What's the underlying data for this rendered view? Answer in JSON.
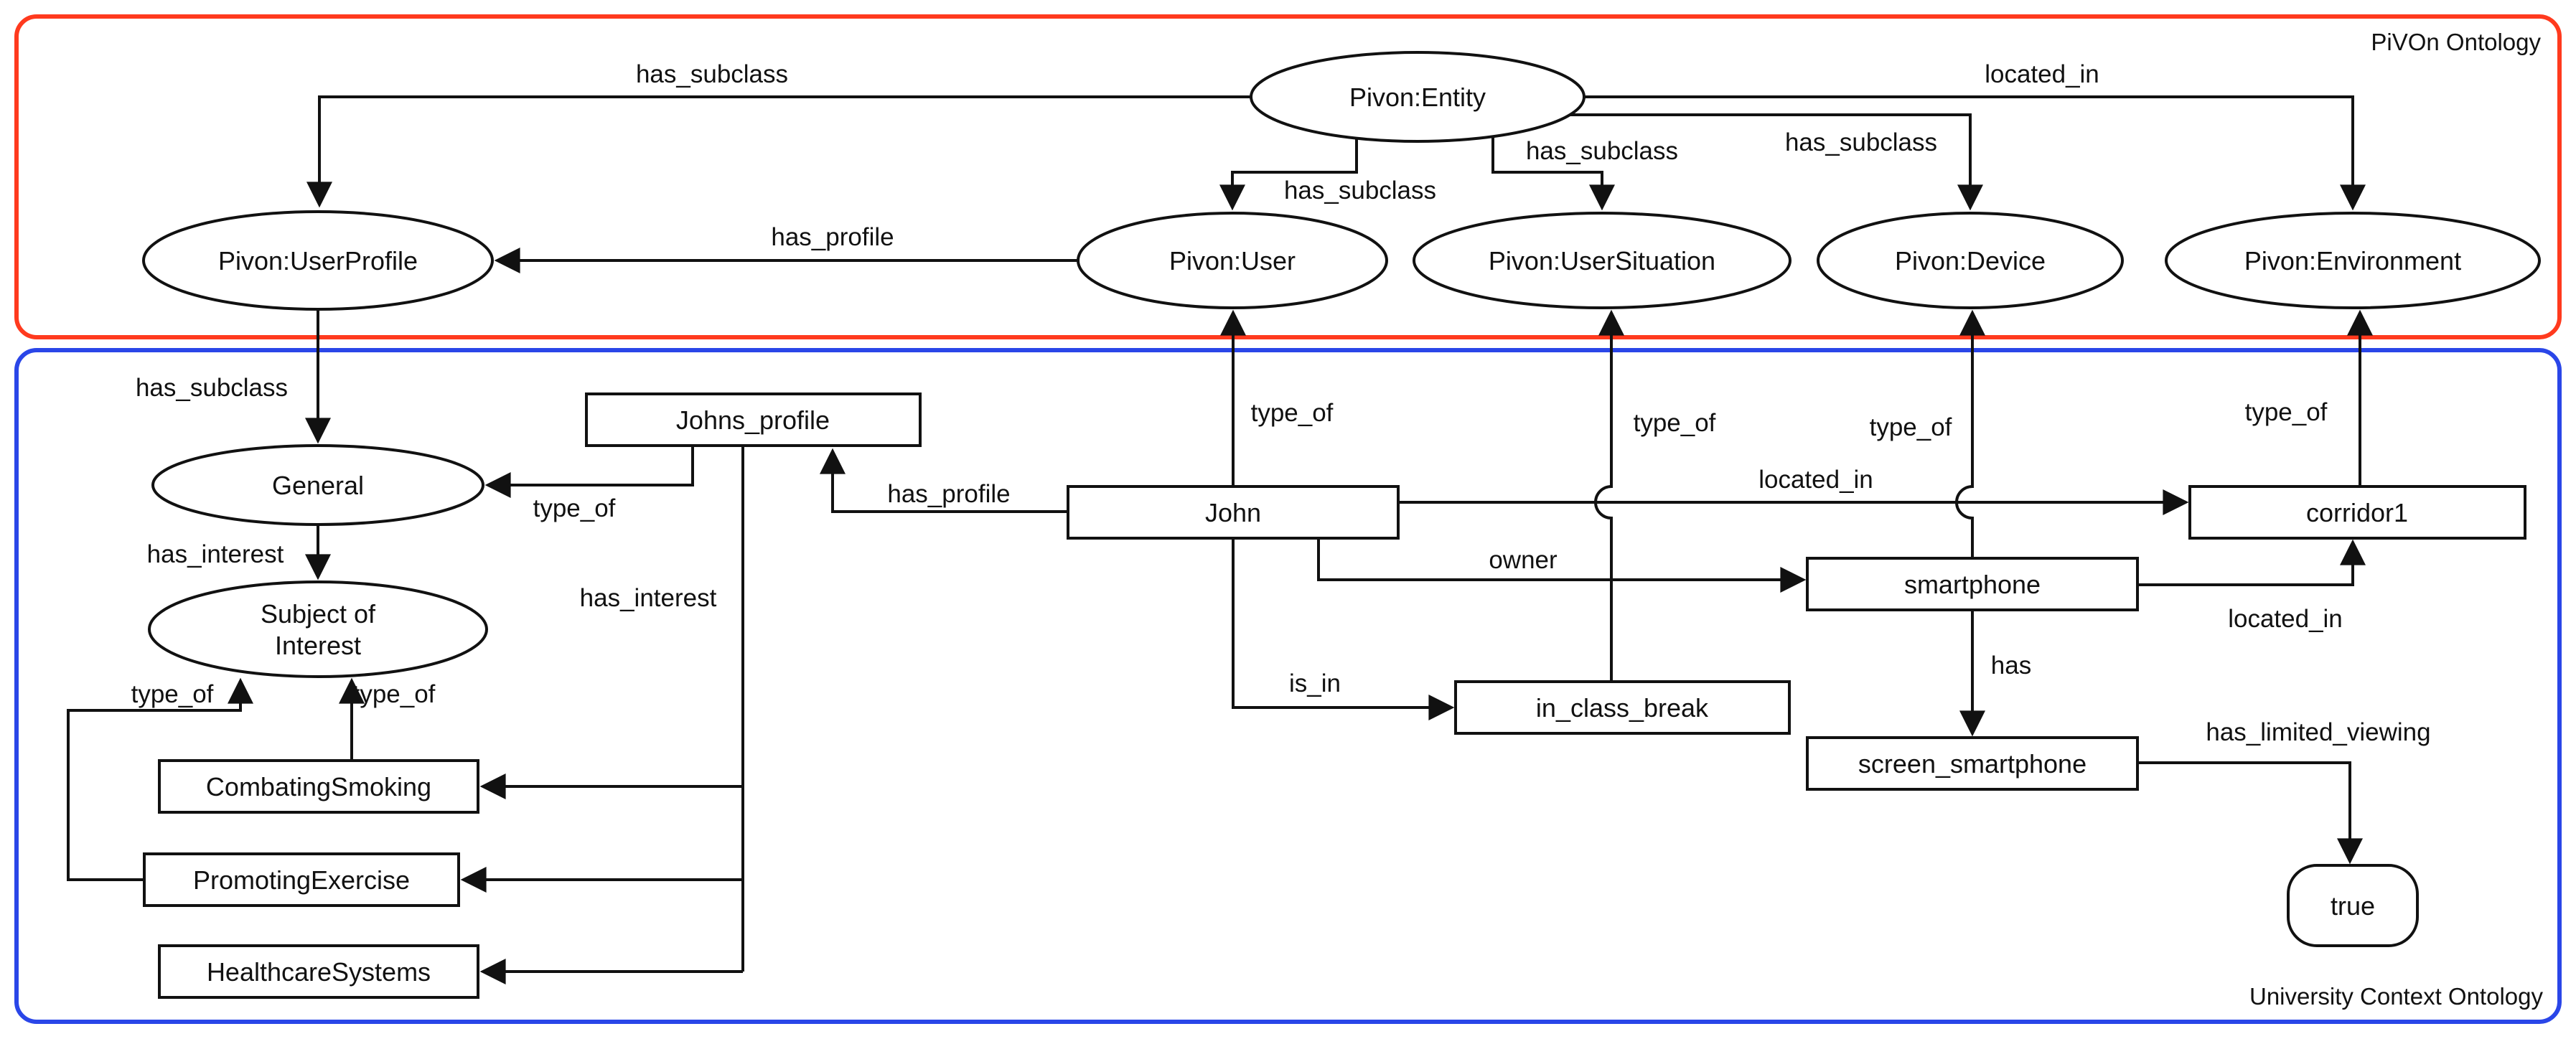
{
  "diagram": {
    "regions": {
      "pivon": {
        "title": "PiVOn Ontology",
        "border_color": "#ff3a1e"
      },
      "university": {
        "title": "University Context Ontology",
        "border_color": "#2a46e8"
      }
    },
    "nodes": {
      "entity": "Pivon:Entity",
      "user_profile": "Pivon:UserProfile",
      "user": "Pivon:User",
      "user_situation": "Pivon:UserSituation",
      "device": "Pivon:Device",
      "environment": "Pivon:Environment",
      "general": "General",
      "subject_of_interest_line1": "Subject of",
      "subject_of_interest_line2": "Interest",
      "johns_profile": "Johns_profile",
      "john": "John",
      "in_class_break": "in_class_break",
      "smartphone": "smartphone",
      "screen_smartphone": "screen_smartphone",
      "corridor1": "corridor1",
      "combating_smoking": "CombatingSmoking",
      "promoting_exercise": "PromotingExercise",
      "healthcare_systems": "HealthcareSystems",
      "true_literal": "true"
    },
    "edges": {
      "entity_userprofile": "has_subclass",
      "entity_user": "has_subclass",
      "entity_usersituation": "has_subclass",
      "entity_device": "has_subclass",
      "entity_environment": "located_in",
      "user_userprofile": "has_profile",
      "userprofile_general": "has_subclass",
      "johnsprofile_general": "type_of",
      "general_subject": "has_interest",
      "johnsprofile_interests": "has_interest",
      "promoting_subject": "type_of",
      "combating_subject": "type_of",
      "john_johnsprofile": "has_profile",
      "john_user": "type_of",
      "inclassbreak_usersituation": "type_of",
      "smartphone_device": "type_of",
      "corridor1_environment": "type_of",
      "john_corridor1": "located_in",
      "john_smartphone": "owner",
      "john_inclassbreak": "is_in",
      "smartphone_screen": "has",
      "smartphone_corridor1": "located_in",
      "screen_true": "has_limited_viewing"
    },
    "colors": {
      "line": "#111111",
      "text": "#111111",
      "background": "#ffffff"
    }
  }
}
